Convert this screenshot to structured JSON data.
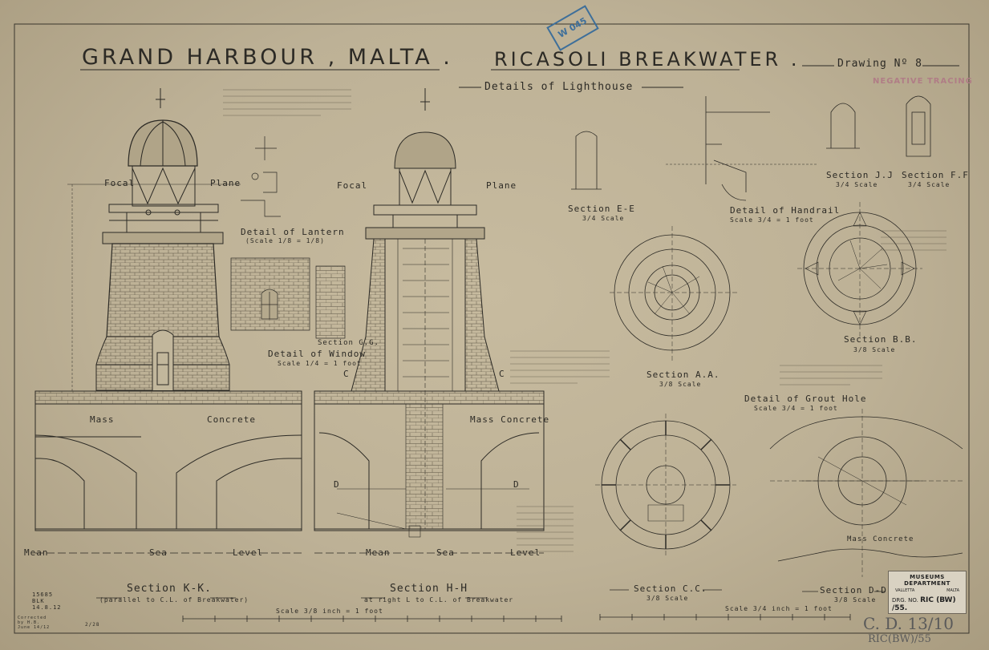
{
  "title": {
    "left": "GRAND HARBOUR , MALTA .",
    "right": "RICASOLI BREAKWATER .",
    "drawing_no": "Drawing Nº 8",
    "subtitle": "Details of Lighthouse"
  },
  "stamp": "W 045",
  "negative_tracing": "NEGATIVE TRACING",
  "labels": {
    "focal_plane": [
      "Focal",
      "Plane",
      "Focal",
      "Plane"
    ],
    "mass_concrete_left": [
      "Mass",
      "Concrete"
    ],
    "mass_concrete_right": "Mass Concrete",
    "mean_sea_level": [
      "Mean",
      "Sea",
      "Level"
    ],
    "mean_sea_level_2": [
      "Mean",
      "Sea",
      "Level"
    ],
    "d_marks": [
      "D",
      "D"
    ],
    "c_marks": [
      "C",
      "C"
    ],
    "section_ee": "Section E-E",
    "section_ee_scale": "3/4 Scale",
    "detail_lantern": "Detail of Lantern",
    "detail_lantern_scale": "(Scale 1/8 = 1/8)",
    "detail_window": "Detail of Window",
    "detail_window_scale": "Scale 1/4 = 1 foot",
    "section_gg": "Section G.G.",
    "detail_handrail": "Detail of Handrail",
    "detail_handrail_scale": "Scale 3/4 = 1 foot",
    "section_jj": "Section J.J",
    "section_jj_scale": "3/4 Scale",
    "section_ff": "Section F.F",
    "section_ff_scale": "3/4 Scale",
    "section_aa": "Section A.A.",
    "section_aa_scale": "3/8 Scale",
    "section_bb": "Section B.B.",
    "section_bb_scale": "3/8 Scale",
    "detail_grout": "Detail of Grout Hole",
    "detail_grout_scale": "Scale 3/4 = 1 foot",
    "section_cc": "Section C.C.",
    "section_cc_scale": "3/8 Scale",
    "section_dd": "Section D-D",
    "section_dd_scale": "3/8 Scale",
    "mass_concrete_dd": "Mass Concrete",
    "section_kk": "Section K-K.",
    "section_kk_sub": "(parallel to C.L. of Breakwater)",
    "section_hh": "Section H-H",
    "section_hh_sub": "at right L to C.L. of Breakwater",
    "main_scale": "Scale 3/8 inch = 1 foot",
    "small_scale": "Scale 3/4 inch = 1 foot",
    "margin_ref": [
      "15685",
      "BLK",
      "14.8.12"
    ],
    "margin_sig": [
      "Corrected",
      "by H.B.",
      "June 14/12"
    ],
    "margin_ref2": "2/28"
  },
  "museum": {
    "heading": "MUSEUMS DEPARTMENT",
    "place": "VALLETTA",
    "country": "MALTA",
    "drg_label": "DRG. NO.",
    "drg_number": "RIC (BW) /55."
  },
  "pencil": {
    "ref1": "C. D. 13/10",
    "ref2": "RIC(BW)/55"
  },
  "colors": {
    "paper": "#bdb196",
    "ink": "#2c2a25",
    "stamp": "#3e6f9a",
    "negative": "#b07d86"
  }
}
